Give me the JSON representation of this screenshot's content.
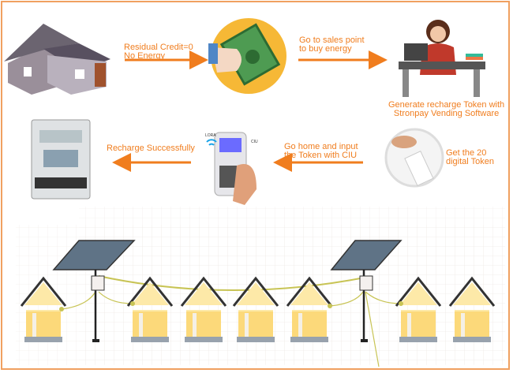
{
  "steps": [
    {
      "text_line1": "Residual Credit=0",
      "text_line2": "No Energy"
    },
    {
      "text_line1": "Go to sales point",
      "text_line2": "to buy energy"
    },
    {
      "text_line1": "Generate recharge Token with",
      "text_line2": "Stronpay Vending Software"
    },
    {
      "text_line1": "Get the 20",
      "text_line2": "digital Token"
    },
    {
      "text_line1": "Go home and input",
      "text_line2": "the Token with CIU"
    },
    {
      "text_line1": "Recharge Successfully"
    }
  ],
  "ciu": {
    "lora_label": "LORA",
    "ciu_label": "CIU"
  },
  "colors": {
    "accent": "#f07d1e",
    "house": "#fde9a8",
    "wire": "#c8c455",
    "frame": "#f0a060"
  }
}
